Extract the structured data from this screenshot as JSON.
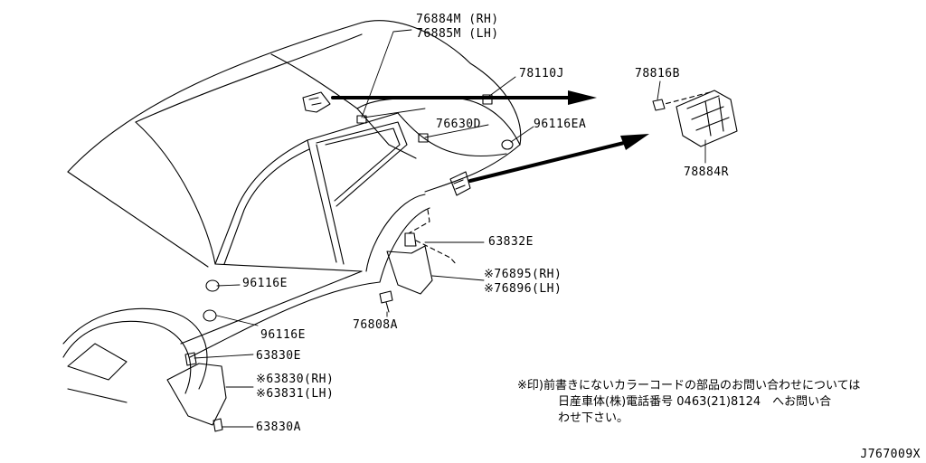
{
  "labels": {
    "p76884m": "76884M (RH)",
    "p76885m": "76885M (LH)",
    "p78110j": "78110J",
    "p76630d": "76630D",
    "p96116ea": "96116EA",
    "p78816b": "78816B",
    "p78884r": "78884R",
    "p63832e": "63832E",
    "p76895": "※76895(RH)",
    "p76896": "※76896(LH)",
    "p76808a": "76808A",
    "p96116e_1": "96116E",
    "p96116e_2": "96116E",
    "p63830e": "63830E",
    "p63830": "※63830(RH)",
    "p63831": "※63831(LH)",
    "p63830a": "63830A"
  },
  "note": {
    "line1": "※印)前書きにないカラーコードの部品のお問い合わせについては",
    "line2": "日産車体(株)電話番号 0463(21)8124　へお問い合",
    "line3": "わせ下さい。"
  },
  "diagram_code": "J767009X"
}
